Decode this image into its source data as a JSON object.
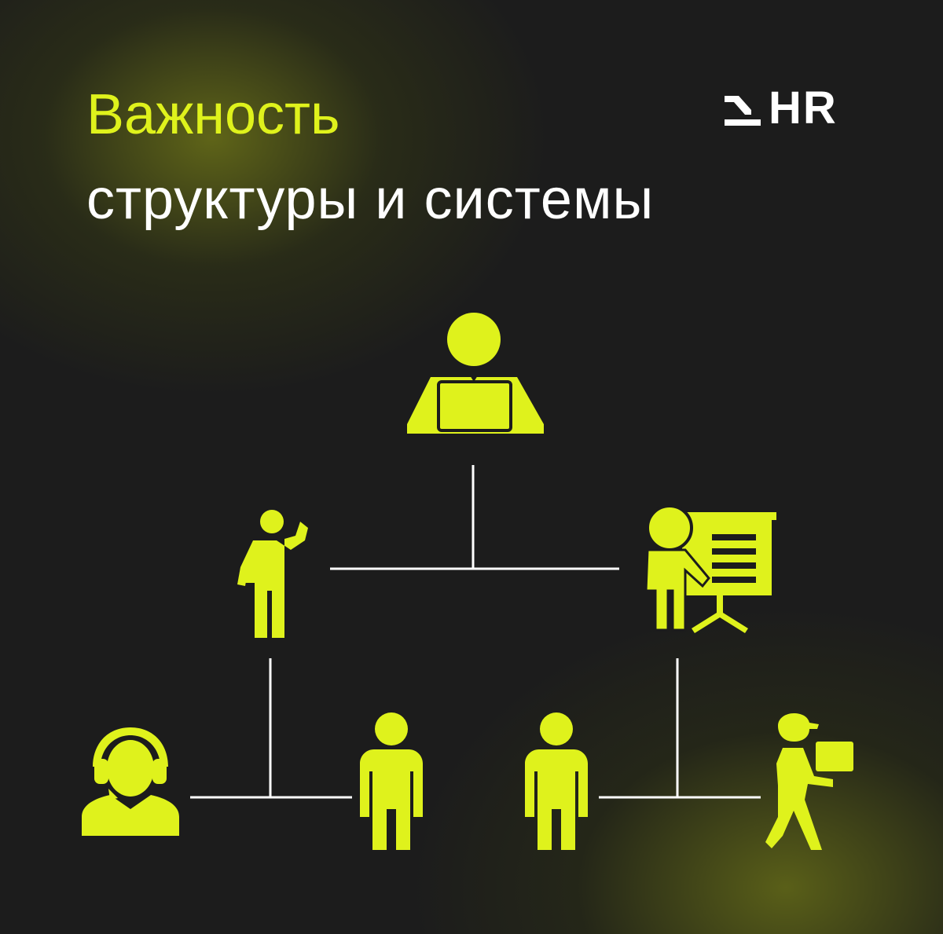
{
  "header": {
    "title_line1": "Важность",
    "title_line2": "структуры и системы"
  },
  "logo": {
    "text": "HR",
    "mark_icon": "stair-step-logo-icon"
  },
  "org_chart": {
    "nodes": [
      {
        "role": "manager",
        "icon": "manager-at-laptop-icon"
      },
      {
        "role": "worker",
        "icon": "person-thinking-icon"
      },
      {
        "role": "worker",
        "icon": "presenter-at-board-icon"
      },
      {
        "role": "worker",
        "icon": "call-center-operator-icon"
      },
      {
        "role": "worker",
        "icon": "person-standing-icon"
      },
      {
        "role": "worker",
        "icon": "person-standing-icon"
      },
      {
        "role": "worker",
        "icon": "courier-with-box-icon"
      }
    ]
  },
  "colors": {
    "accent": "#dff21c",
    "background": "#1c1c1c",
    "text_secondary": "#ffffff",
    "lines": "#ffffff"
  }
}
